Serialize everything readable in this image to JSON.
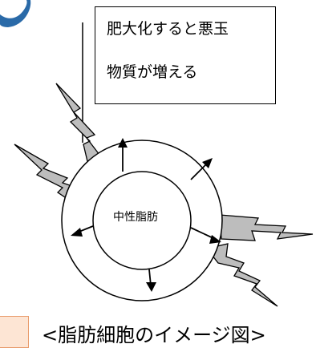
{
  "callout": {
    "line1": "肥大化すると悪玉",
    "line2": "物質が増える"
  },
  "center_label": "中性脂肪",
  "caption": "<脂肪細胞のイメージ図>",
  "colors": {
    "bolt_fill": "#bdbdbd",
    "logo_blue": "#2a6aa8",
    "peach_fill": "#fde5d4",
    "peach_border": "#e89a6a"
  }
}
